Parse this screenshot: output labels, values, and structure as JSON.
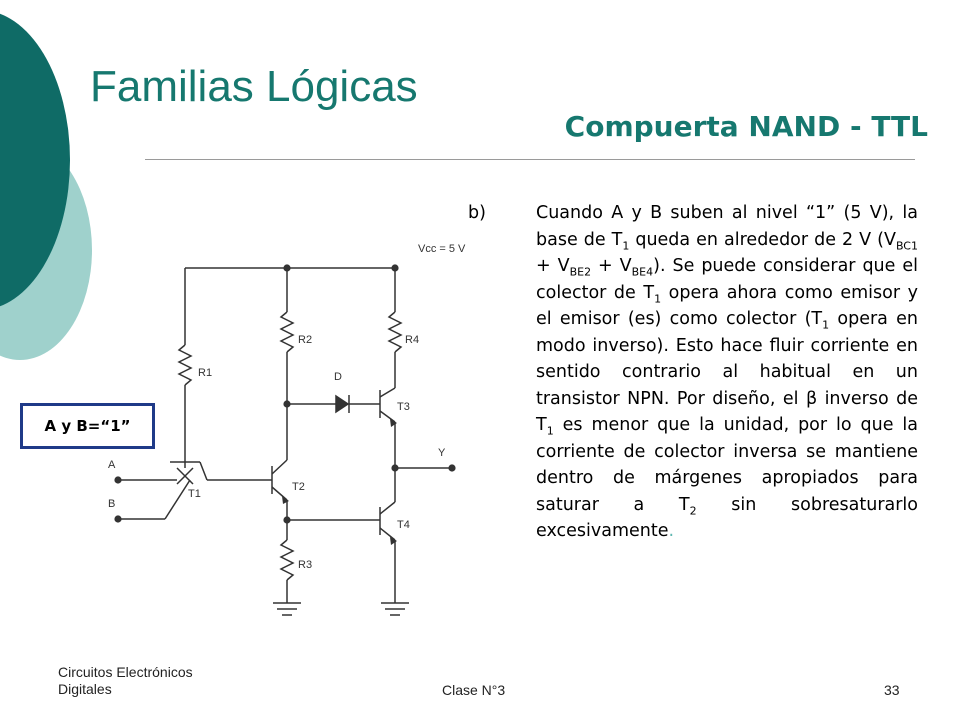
{
  "slide": {
    "title": "Familias Lógicas",
    "subtitle": "Compuerta NAND - TTL",
    "item_label": "b)",
    "state_box": "A y B=“1”",
    "colors": {
      "accent": "#16786f",
      "deco_dark": "#0f6b66",
      "deco_light": "#9fd1cc",
      "box_border": "#1f3a88"
    }
  },
  "paragraph": {
    "p1": "Cuando A y B suben al nivel “1” (5 V), la base de T",
    "s1": "1",
    "p2": " queda en alrededor de 2 V (V",
    "s2": "BC1",
    "p3": " + V",
    "s3": "BE2",
    "p4": " + V",
    "s4": "BE4",
    "p5": "). Se puede considerar que el colector de T",
    "s5": "1",
    "p6": " opera ahora como emisor y el emisor (es) como colector (T",
    "s6": "1",
    "p7": " opera en modo inverso). Esto hace fluir corriente en sentido contrario al habitual en un transistor NPN. Por diseño, el β inverso de T",
    "s7": "1",
    "p8": " es menor que la unidad, por lo que la corriente de colector inversa se mantiene dentro de márgenes apropiados para saturar a T",
    "s8": "2",
    "p9": " sin sobresaturarlo excesivamente",
    "end": "."
  },
  "schematic": {
    "vcc": "Vcc = 5 V",
    "R1": "R1",
    "R2": "R2",
    "R3": "R3",
    "R4": "R4",
    "D": "D",
    "T1": "T1",
    "T2": "T2",
    "T3": "T3",
    "T4": "T4",
    "A": "A",
    "B": "B",
    "Y": "Y"
  },
  "footer": {
    "course_line1": "Circuitos Electrónicos",
    "course_line2": "Digitales",
    "lesson": "Clase N°3",
    "page": "33"
  }
}
